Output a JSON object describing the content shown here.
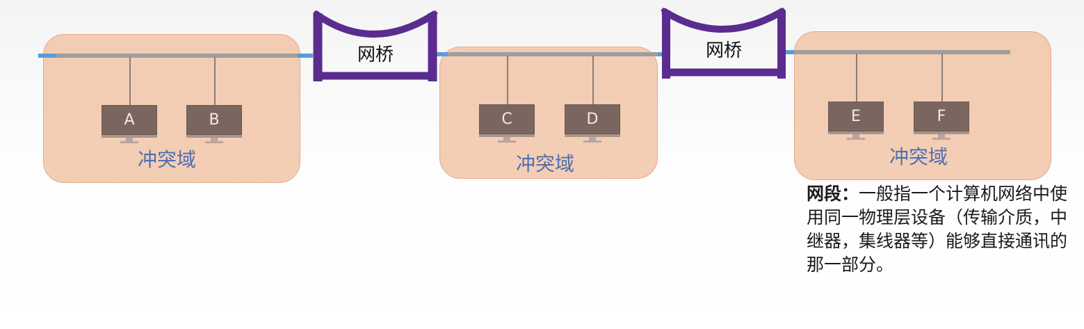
{
  "domains": [
    {
      "label": "冲突域",
      "hosts": [
        "A",
        "B"
      ]
    },
    {
      "label": "冲突域",
      "hosts": [
        "C",
        "D"
      ]
    },
    {
      "label": "冲突域",
      "hosts": [
        "E",
        "F"
      ]
    }
  ],
  "bridges": [
    {
      "label": "网桥"
    },
    {
      "label": "网桥"
    }
  ],
  "definition": {
    "term": "网段",
    "separator": "：",
    "text": "一般指一个计算机网络中使用同一物理层设备（传输介质，中继器，集线器等）能够直接通讯的那一部分。"
  },
  "colors": {
    "domain_fill": "#f0c2a4",
    "bridge_stroke": "#5b2c8f",
    "bus_line": "#9e9e9e",
    "bus_end": "#5b9bd5",
    "host": "#7b665f",
    "domain_label": "#4f6fb0"
  },
  "icons": {
    "host": "computer-monitor-icon",
    "bridge": "bridge-icon"
  }
}
